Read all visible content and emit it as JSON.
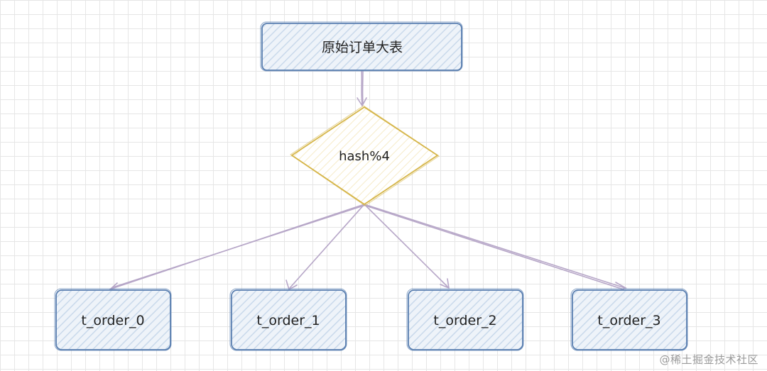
{
  "diagram": {
    "root": {
      "label": "原始订单大表"
    },
    "decision": {
      "label": "hash%4"
    },
    "shards": [
      {
        "label": "t_order_0"
      },
      {
        "label": "t_order_1"
      },
      {
        "label": "t_order_2"
      },
      {
        "label": "t_order_3"
      }
    ]
  },
  "colors": {
    "box_stroke": "#5a7fb0",
    "box_fill": "#dde8f4",
    "diamond_stroke": "#d6b64a",
    "diamond_fill": "#fbf3dc",
    "arrow": "#b7a7c8"
  },
  "watermark": {
    "text": "@稀土掘金技术社区"
  }
}
